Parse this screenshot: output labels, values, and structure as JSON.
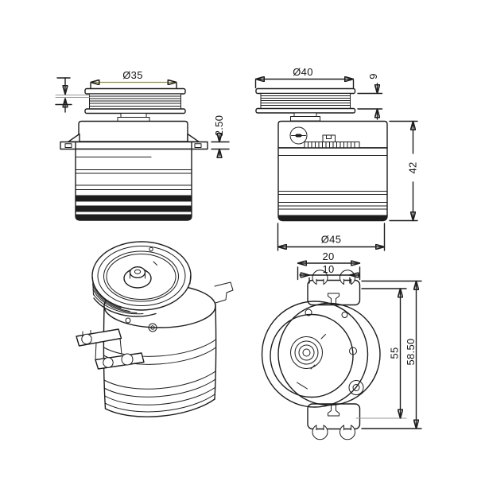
{
  "drawing": {
    "type": "cad-multiview-part-drawing",
    "background": "#ffffff",
    "line_color": "#1d1d1d",
    "dim_color": "#2e2e2e",
    "highlight_dim_color": "#94913a",
    "dimensions": {
      "front": {
        "pulley_groove_diameter": "Ø35",
        "flange_thickness": "2.50"
      },
      "side": {
        "pulley_diameter": "Ø40",
        "pulley_height": "9",
        "body_height": "42",
        "body_diameter": "Ø45"
      },
      "bottom": {
        "slot_span": "20",
        "slot_width": "10",
        "mount_hole_spacing": "55",
        "overall_height": "58.50"
      }
    }
  }
}
